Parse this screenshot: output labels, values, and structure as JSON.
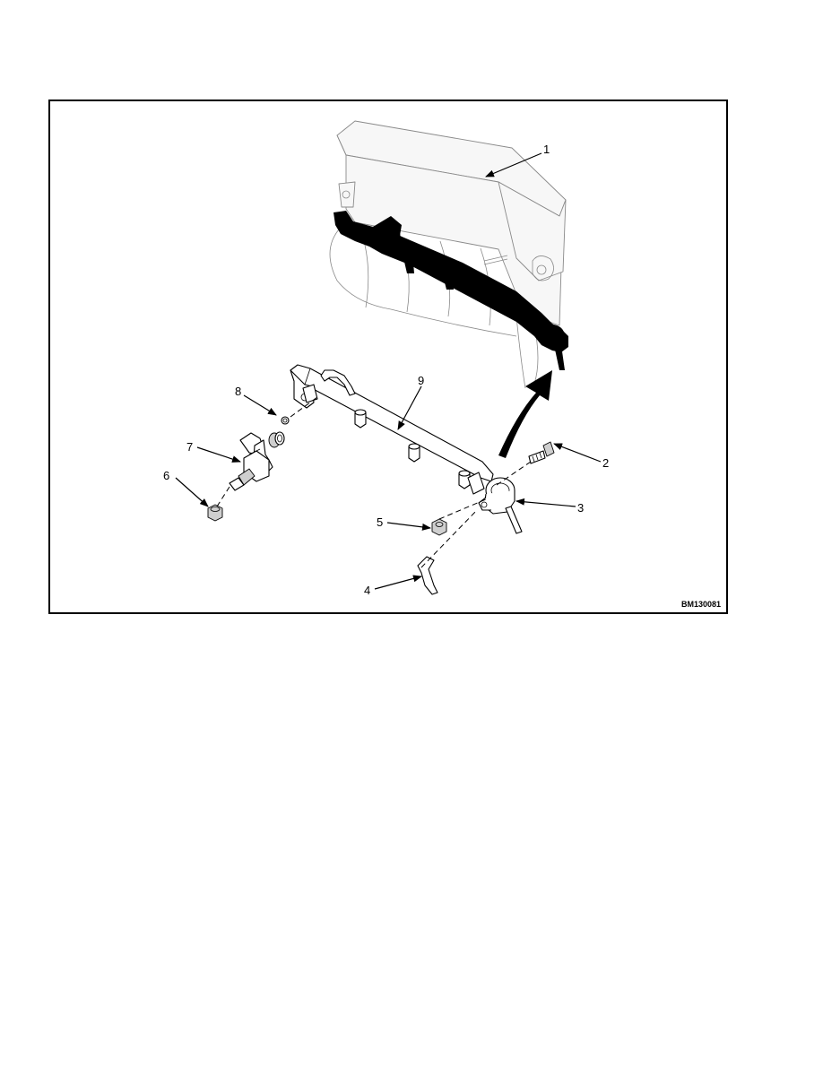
{
  "figure": {
    "code": "BM130081",
    "callouts": [
      {
        "id": "1",
        "label": "1"
      },
      {
        "id": "2",
        "label": "2"
      },
      {
        "id": "3",
        "label": "3"
      },
      {
        "id": "4",
        "label": "4"
      },
      {
        "id": "5",
        "label": "5"
      },
      {
        "id": "6",
        "label": "6"
      },
      {
        "id": "7",
        "label": "7"
      },
      {
        "id": "8",
        "label": "8"
      },
      {
        "id": "9",
        "label": "9"
      }
    ]
  },
  "colors": {
    "line": "#000000",
    "ghost": "#8a8a8a",
    "background": "#ffffff"
  }
}
